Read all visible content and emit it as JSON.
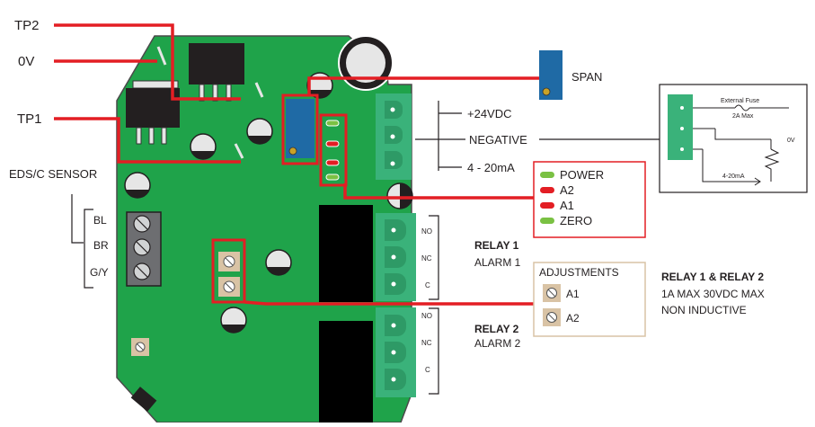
{
  "labels": {
    "tp2": "TP2",
    "zero_v": "0V",
    "tp1": "TP1",
    "sensor": "EDS/C SENSOR",
    "bl": "BL",
    "br": "BR",
    "gy": "G/Y",
    "span": "SPAN",
    "plus24": "+24VDC",
    "negative": "NEGATIVE",
    "ma": "4 - 20mA"
  },
  "leds": {
    "items": [
      {
        "label": "POWER",
        "color": "#7ac143"
      },
      {
        "label": "A2",
        "color": "#e31e24"
      },
      {
        "label": "A1",
        "color": "#e31e24"
      },
      {
        "label": "ZERO",
        "color": "#7ac143"
      }
    ]
  },
  "relay1": {
    "title": "RELAY 1",
    "subtitle": "ALARM 1",
    "no": "NO",
    "nc": "NC",
    "c": "C"
  },
  "relay2": {
    "title": "RELAY 2",
    "subtitle": "ALARM 2",
    "no": "NO",
    "nc": "NC",
    "c": "C"
  },
  "adjustments": {
    "title": "ADJUSTMENTS",
    "a1": "A1",
    "a2": "A2"
  },
  "relay_spec": {
    "title": "RELAY 1 & RELAY 2",
    "line1": "1A MAX 30VDC MAX",
    "line2": "NON INDUCTIVE"
  },
  "inset": {
    "fuse": "External Fuse",
    "fuse_rating": "2A Max",
    "zero_v": "0V",
    "ma": "4-20mA"
  },
  "colors": {
    "board": "#1fa34a",
    "board_stroke": "#3a3a3a",
    "wire": "#e31e24",
    "relay": "#231f20",
    "terminal": "#3ab27a",
    "span_block": "#1f6aa5",
    "pad": "#d9c3a5"
  }
}
